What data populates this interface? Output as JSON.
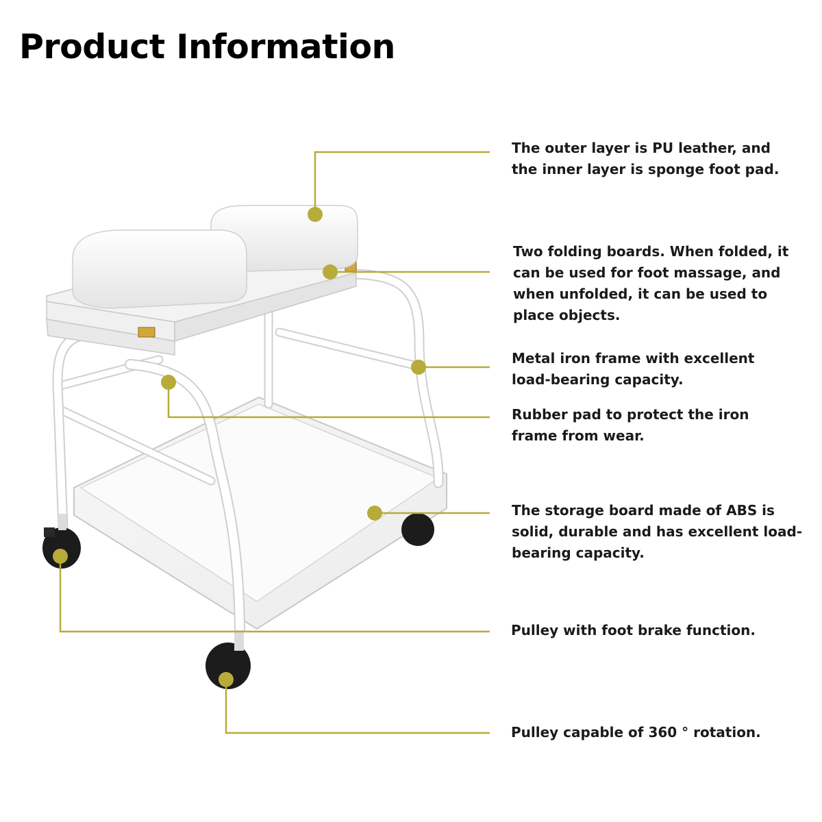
{
  "title": "Product Information",
  "accent_color": "#b7ab3a",
  "callouts": [
    {
      "text": "The outer layer is PU leather, and the inner layer is sponge foot pad."
    },
    {
      "text": "Two folding boards. When folded, it can be used for foot massage, and when unfolded, it can be used to place objects."
    },
    {
      "text": "Metal iron frame with excellent load-bearing capacity."
    },
    {
      "text": "Rubber pad to protect the iron frame from wear."
    },
    {
      "text": "The storage board made of ABS is solid, durable and has excellent load-bearing capacity."
    },
    {
      "text": "Pulley with foot brake function."
    },
    {
      "text": "Pulley capable of 360 ° rotation."
    }
  ]
}
